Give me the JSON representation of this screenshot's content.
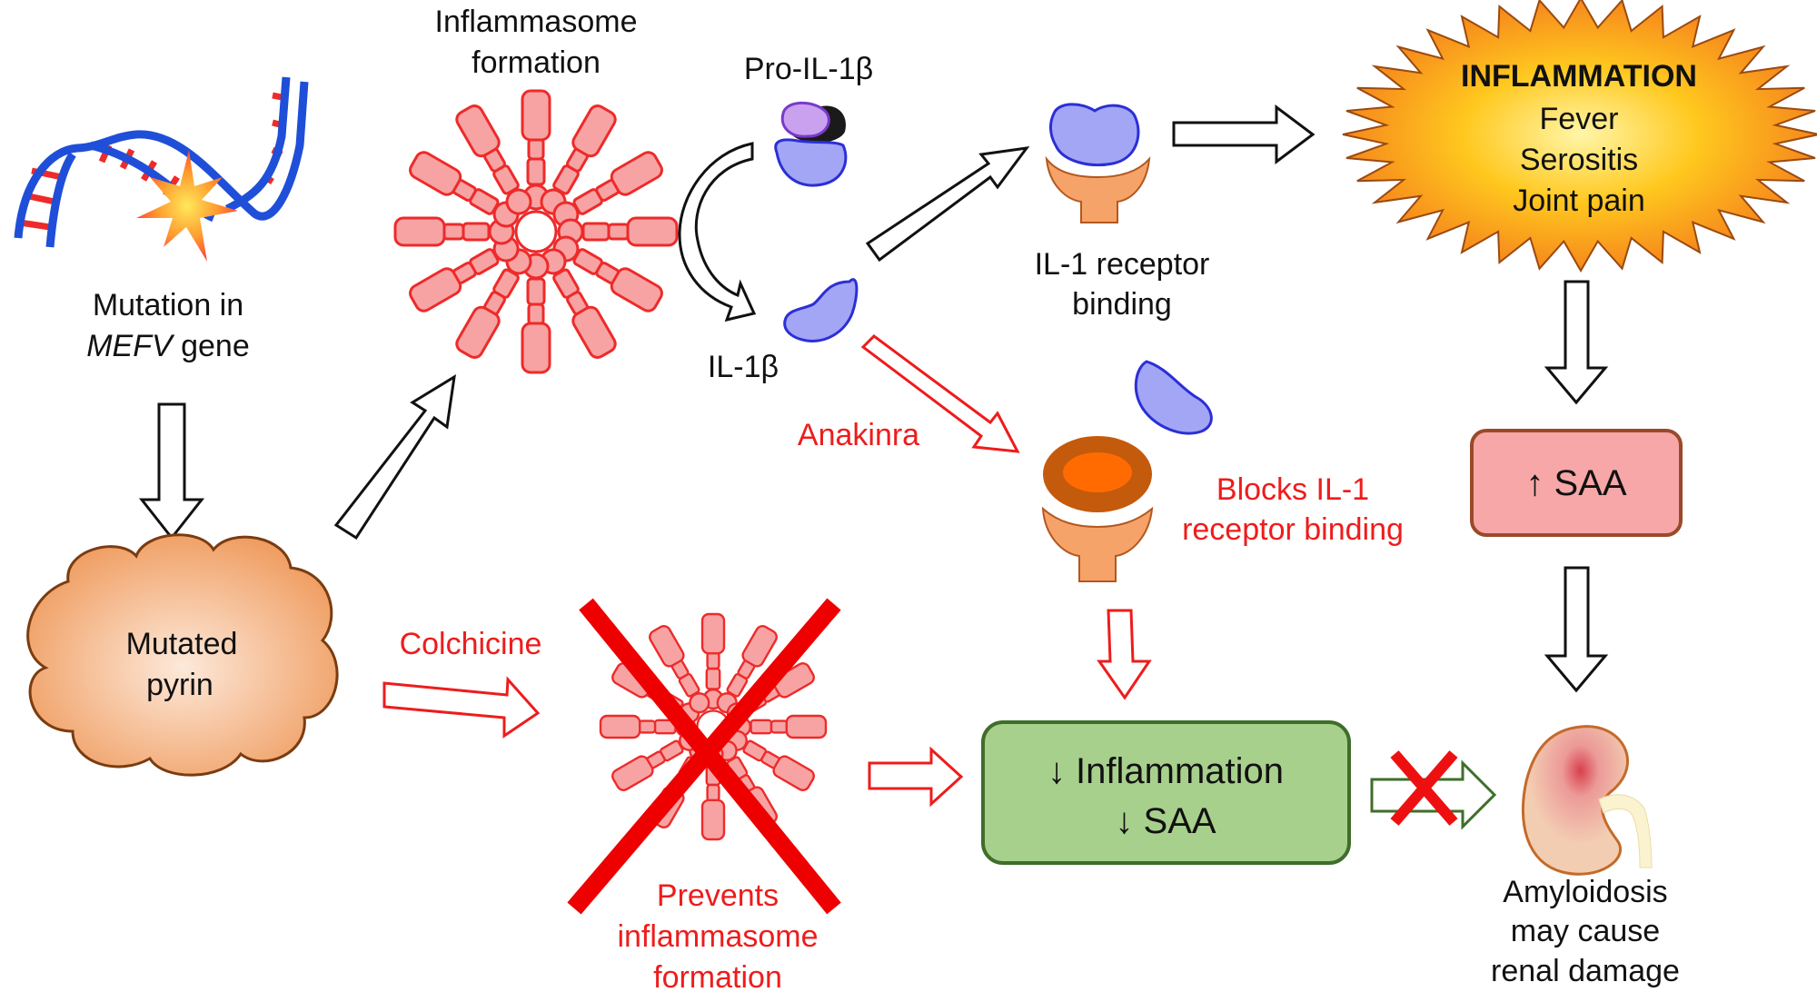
{
  "figure": {
    "nodes": {
      "mutation": {
        "line1": "Mutation in",
        "line2_italic": "MEFV",
        "line2_rest": " gene"
      },
      "mutated_pyrin": {
        "line1": "Mutated",
        "line2": "pyrin"
      },
      "inflammasome": {
        "line1": "Inflammasome",
        "line2": "formation"
      },
      "pro_il1b": {
        "label": "Pro-IL-1β"
      },
      "il1b": {
        "label": "IL-1β"
      },
      "il1_receptor": {
        "line1": "IL-1 receptor",
        "line2": "binding"
      },
      "inflammation": {
        "title": "INFLAMMATION",
        "symptoms": [
          "Fever",
          "Serositis",
          "Joint pain"
        ]
      },
      "saa_up": {
        "label": "↑ SAA"
      },
      "amyloidosis": {
        "line1": "Amyloidosis",
        "line2": "may cause",
        "line3": "renal damage"
      },
      "anakinra": {
        "label": "Anakinra"
      },
      "blocks_il1": {
        "line1": "Blocks IL-1",
        "line2": "receptor binding"
      },
      "colchicine": {
        "label": "Colchicine"
      },
      "prevents": {
        "line1": "Prevents",
        "line2": "inflammasome",
        "line3": "formation"
      },
      "reduced": {
        "line1": "↓ Inflammation",
        "line2": "↓ SAA"
      }
    },
    "colors": {
      "drug_text": "#ee1c1c",
      "inflammasome_fill": "#f7a3a3",
      "inflammasome_stroke": "#ee2a2a",
      "il1b_fill": "#a3a6f5",
      "il1b_stroke": "#2b2fd6",
      "receptor_fill": "#f6a36a",
      "antagonist_fill": "#c45a0c",
      "saa_box_fill": "#f7a7a7",
      "saa_box_stroke": "#9a4a2a",
      "reduced_box_fill": "#a8d08d",
      "reduced_box_stroke": "#3f6e2a",
      "starburst_inner": "#ffe36a",
      "starburst_outer": "#f58a1f",
      "cloud_fill": "#f2a56b",
      "kidney_fill": "#f3cdb2"
    }
  }
}
